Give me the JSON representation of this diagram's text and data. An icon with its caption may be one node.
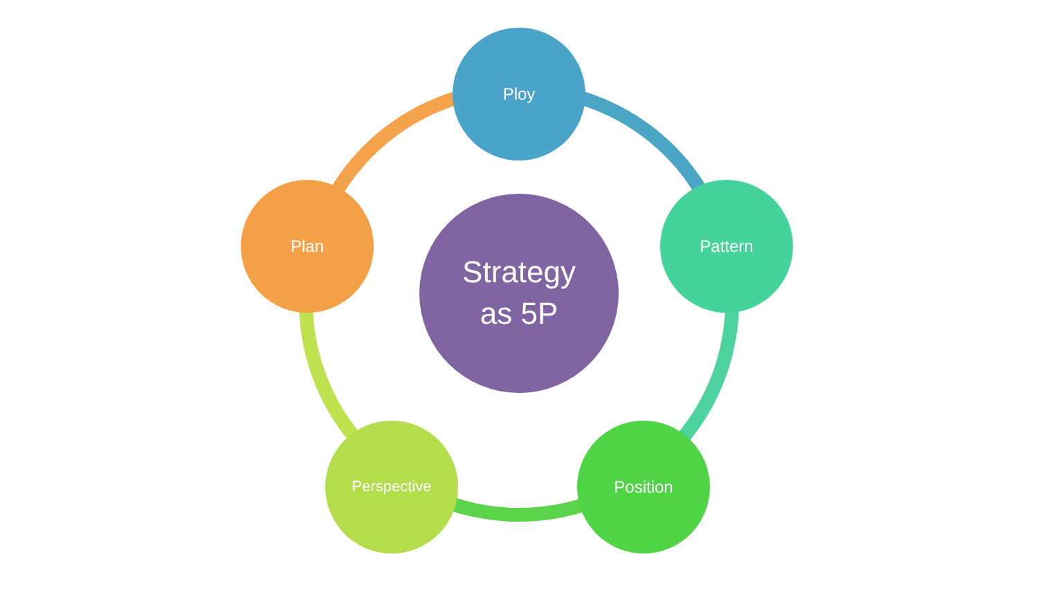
{
  "diagram": {
    "nodes": [
      {
        "text": [
          "Strategy as 5P"
        ]
      },
      {
        "text": [
          "Ploy"
        ]
      },
      {
        "text": [
          "Pattern"
        ]
      },
      {
        "text": [
          "Position"
        ]
      },
      {
        "text": [
          "Perspective"
        ]
      },
      {
        "text": [
          "Plan"
        ]
      }
    ],
    "edges": [
      {
        "from": 1,
        "to": 2,
        "arrow": "none",
        "color": "#4aa6c4"
      },
      {
        "from": 2,
        "to": 3,
        "arrow": "none",
        "color": "#4dd3a0"
      },
      {
        "from": 3,
        "to": 4,
        "arrow": "none",
        "color": "#5bd44c"
      },
      {
        "from": 4,
        "to": 5,
        "arrow": "none",
        "color": "#bde24e"
      },
      {
        "from": 5,
        "to": 1,
        "arrow": "none",
        "color": "#f4a24c"
      }
    ]
  }
}
